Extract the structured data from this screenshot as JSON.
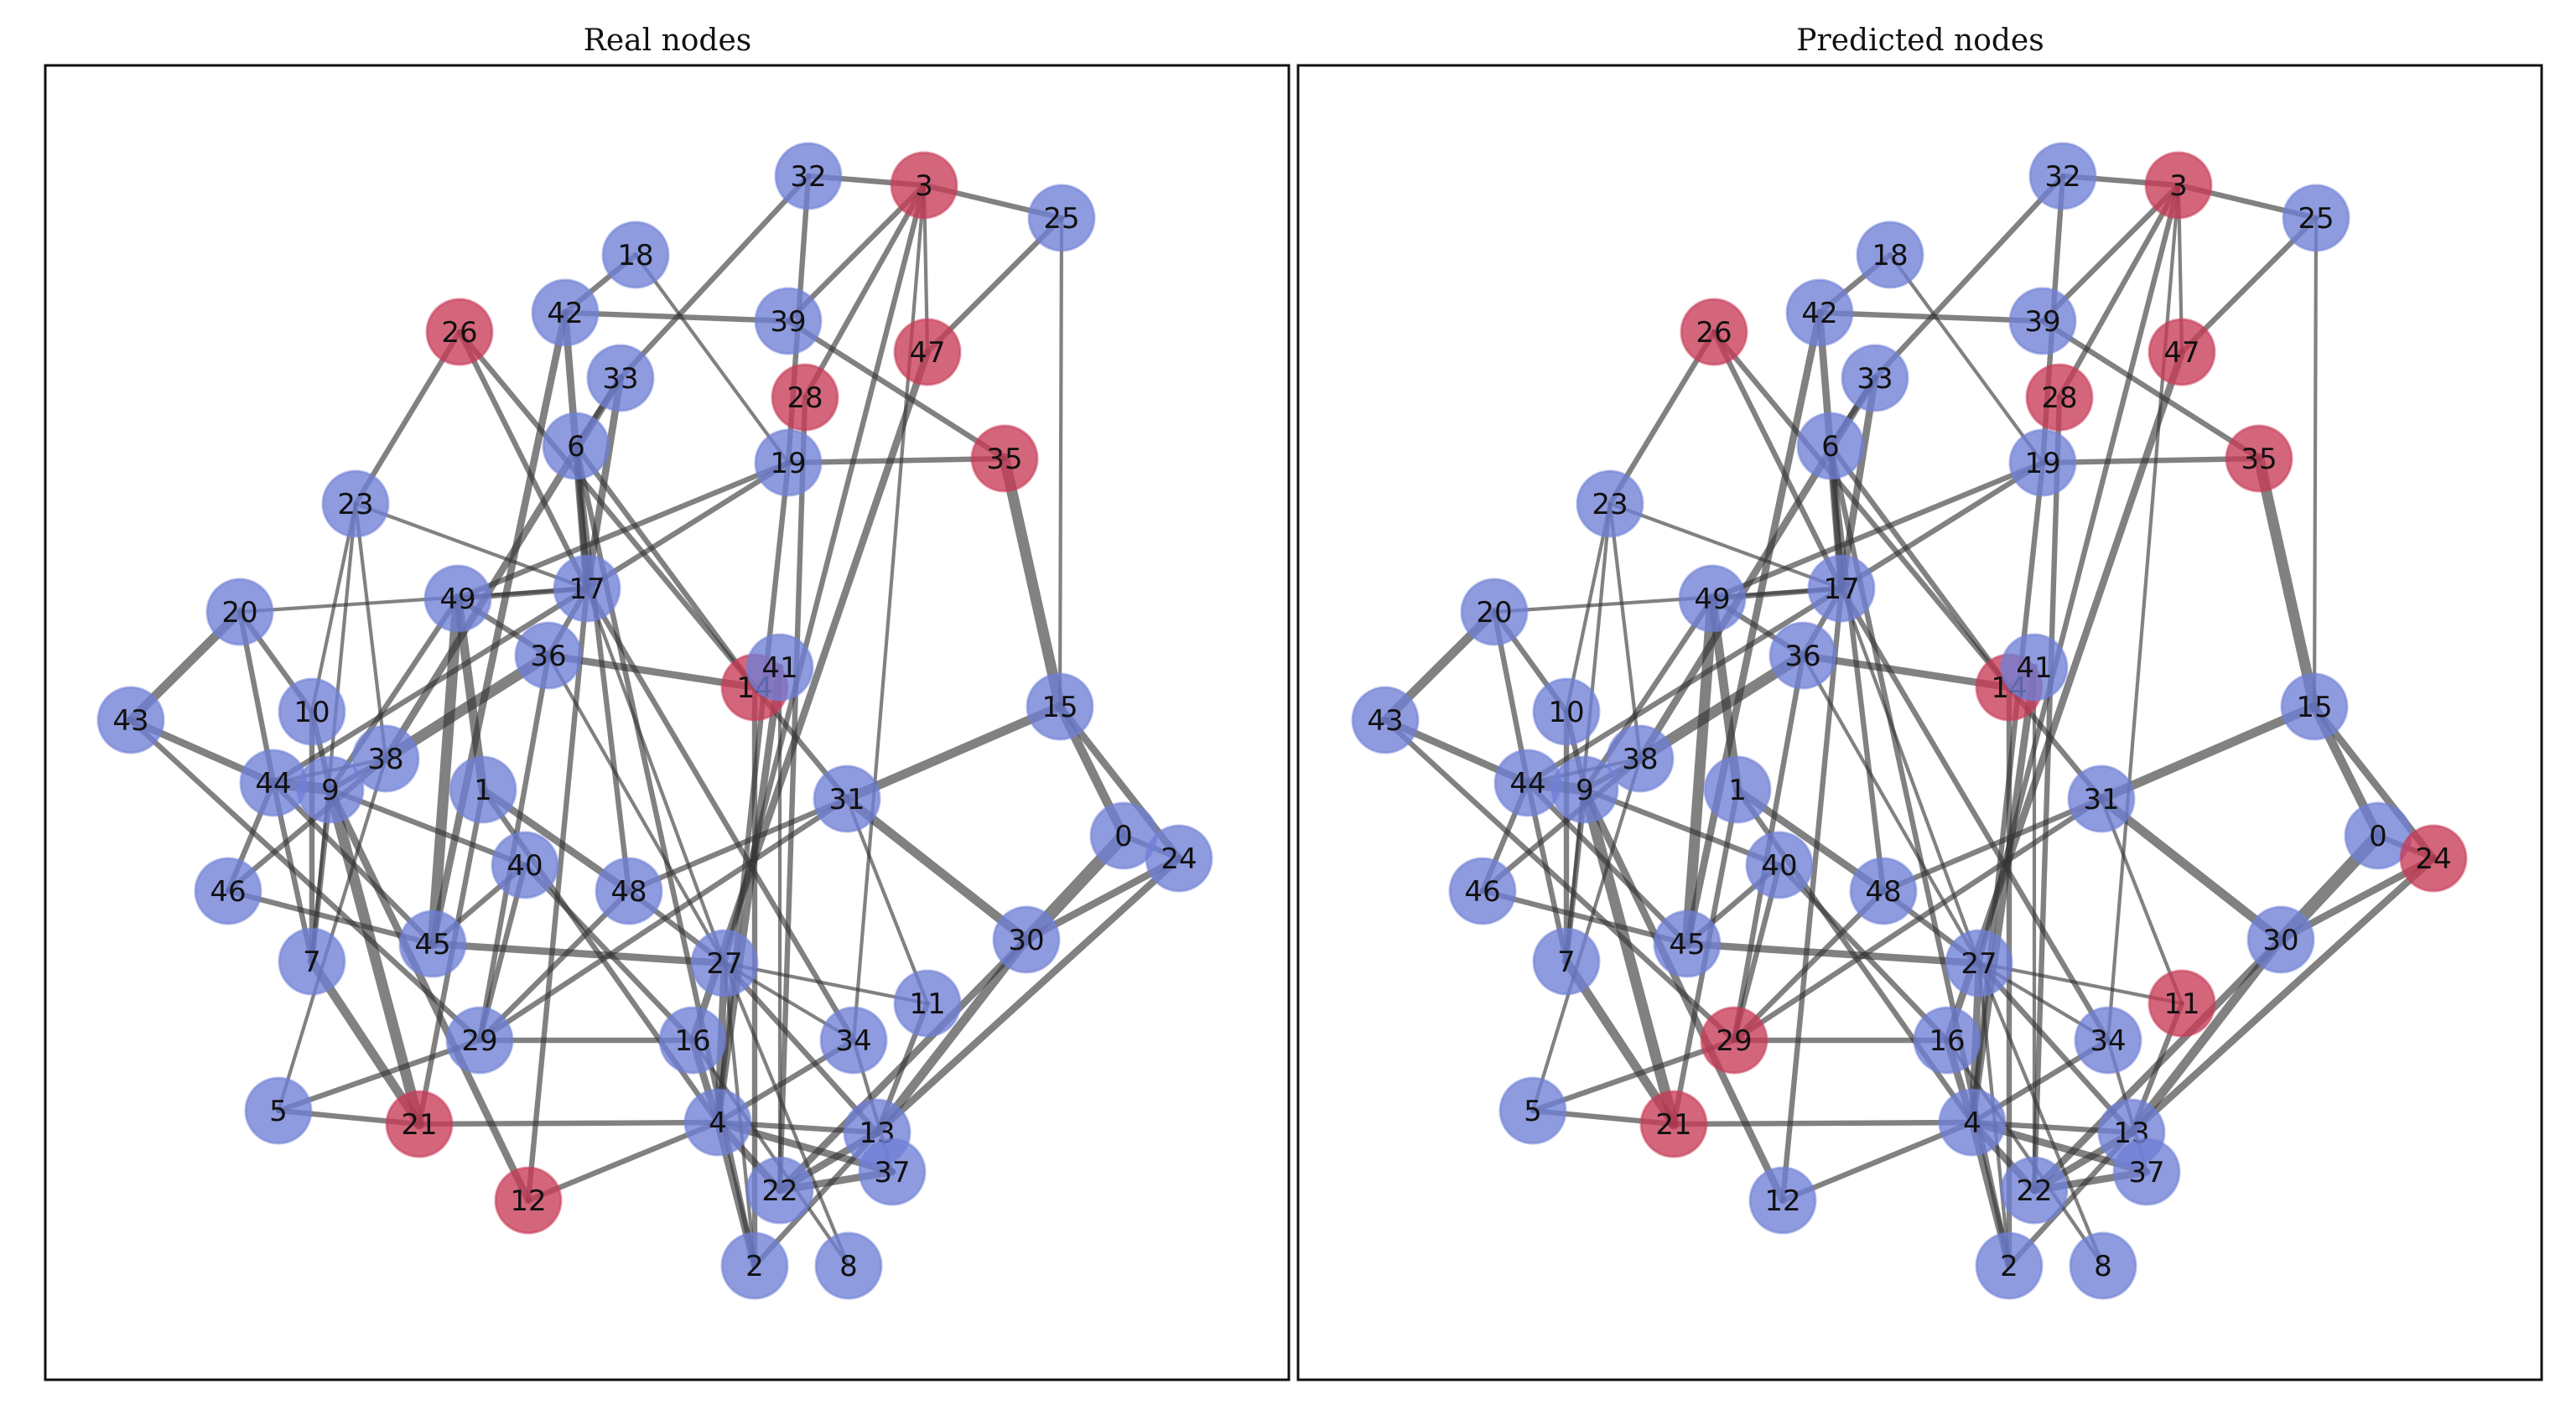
{
  "colors": {
    "normal": "#6f7fd6",
    "anomalous": "#c83b57",
    "edge": "#333333"
  },
  "panels": [
    {
      "title": "Real nodes",
      "red_nodes": [
        3,
        12,
        14,
        21,
        26,
        28,
        35,
        47
      ]
    },
    {
      "title": "Predicted nodes",
      "red_nodes": [
        3,
        11,
        14,
        21,
        24,
        26,
        28,
        29,
        35,
        47
      ]
    }
  ],
  "nodes": [
    0,
    1,
    2,
    3,
    4,
    5,
    6,
    7,
    8,
    9,
    10,
    11,
    12,
    13,
    14,
    15,
    16,
    17,
    18,
    19,
    20,
    21,
    22,
    23,
    24,
    25,
    26,
    27,
    28,
    29,
    30,
    31,
    32,
    33,
    34,
    35,
    36,
    37,
    38,
    39,
    40,
    41,
    42,
    43,
    44,
    45,
    46,
    47,
    48,
    49
  ],
  "edges": [
    [
      32,
      3,
      2
    ],
    [
      32,
      33,
      2
    ],
    [
      32,
      19,
      2
    ],
    [
      3,
      25,
      2
    ],
    [
      3,
      47,
      1
    ],
    [
      3,
      39,
      2
    ],
    [
      3,
      28,
      2
    ],
    [
      3,
      27,
      2
    ],
    [
      3,
      34,
      1
    ],
    [
      25,
      47,
      2
    ],
    [
      25,
      15,
      1
    ],
    [
      39,
      35,
      2
    ],
    [
      18,
      42,
      2
    ],
    [
      18,
      19,
      1
    ],
    [
      42,
      39,
      2
    ],
    [
      42,
      17,
      3
    ],
    [
      42,
      45,
      3
    ],
    [
      26,
      23,
      2
    ],
    [
      26,
      14,
      2
    ],
    [
      26,
      17,
      2
    ],
    [
      33,
      6,
      2
    ],
    [
      33,
      17,
      3
    ],
    [
      33,
      38,
      3
    ],
    [
      28,
      22,
      2
    ],
    [
      19,
      35,
      2
    ],
    [
      6,
      17,
      2
    ],
    [
      6,
      14,
      2
    ],
    [
      6,
      2,
      2
    ],
    [
      6,
      48,
      2
    ],
    [
      23,
      10,
      1
    ],
    [
      23,
      7,
      1
    ],
    [
      23,
      17,
      1
    ],
    [
      23,
      38,
      1
    ],
    [
      19,
      49,
      2
    ],
    [
      19,
      17,
      2
    ],
    [
      19,
      4,
      2
    ],
    [
      47,
      16,
      3
    ],
    [
      35,
      15,
      5
    ],
    [
      49,
      17,
      2
    ],
    [
      49,
      1,
      4
    ],
    [
      49,
      45,
      5
    ],
    [
      49,
      36,
      2
    ],
    [
      49,
      9,
      2
    ],
    [
      20,
      10,
      2
    ],
    [
      20,
      17,
      1
    ],
    [
      20,
      43,
      4
    ],
    [
      20,
      44,
      2
    ],
    [
      17,
      36,
      2
    ],
    [
      17,
      34,
      2
    ],
    [
      17,
      44,
      2
    ],
    [
      17,
      27,
      1
    ],
    [
      17,
      12,
      2
    ],
    [
      36,
      14,
      3
    ],
    [
      36,
      38,
      5
    ],
    [
      36,
      27,
      1
    ],
    [
      36,
      29,
      2
    ],
    [
      14,
      41,
      1
    ],
    [
      14,
      31,
      2
    ],
    [
      14,
      2,
      2
    ],
    [
      41,
      4,
      3
    ],
    [
      41,
      22,
      1
    ],
    [
      10,
      9,
      2
    ],
    [
      10,
      7,
      2
    ],
    [
      43,
      44,
      3
    ],
    [
      43,
      29,
      2
    ],
    [
      44,
      9,
      5
    ],
    [
      44,
      7,
      2
    ],
    [
      44,
      38,
      1
    ],
    [
      44,
      45,
      2
    ],
    [
      44,
      46,
      2
    ],
    [
      9,
      21,
      5
    ],
    [
      9,
      38,
      2
    ],
    [
      9,
      7,
      2
    ],
    [
      9,
      40,
      2
    ],
    [
      9,
      12,
      3
    ],
    [
      38,
      46,
      2
    ],
    [
      38,
      5,
      1
    ],
    [
      1,
      48,
      3
    ],
    [
      1,
      4,
      2
    ],
    [
      1,
      21,
      2
    ],
    [
      31,
      15,
      4
    ],
    [
      31,
      48,
      2
    ],
    [
      31,
      30,
      4
    ],
    [
      31,
      11,
      1
    ],
    [
      31,
      29,
      2
    ],
    [
      15,
      0,
      4
    ],
    [
      15,
      24,
      3
    ],
    [
      0,
      24,
      2
    ],
    [
      0,
      30,
      6
    ],
    [
      24,
      30,
      3
    ],
    [
      24,
      13,
      3
    ],
    [
      46,
      45,
      2
    ],
    [
      7,
      21,
      4
    ],
    [
      40,
      29,
      2
    ],
    [
      40,
      16,
      2
    ],
    [
      40,
      45,
      2
    ],
    [
      48,
      29,
      2
    ],
    [
      48,
      27,
      2
    ],
    [
      45,
      27,
      3
    ],
    [
      27,
      34,
      1
    ],
    [
      27,
      8,
      1
    ],
    [
      27,
      2,
      1
    ],
    [
      27,
      4,
      3
    ],
    [
      27,
      13,
      2
    ],
    [
      27,
      11,
      1
    ],
    [
      30,
      13,
      4
    ],
    [
      30,
      22,
      3
    ],
    [
      11,
      13,
      2
    ],
    [
      29,
      16,
      2
    ],
    [
      29,
      5,
      2
    ],
    [
      16,
      4,
      3
    ],
    [
      16,
      8,
      1
    ],
    [
      34,
      4,
      2
    ],
    [
      34,
      37,
      1
    ],
    [
      5,
      21,
      2
    ],
    [
      21,
      4,
      2
    ],
    [
      12,
      4,
      2
    ],
    [
      4,
      13,
      2
    ],
    [
      4,
      37,
      3
    ],
    [
      4,
      22,
      3
    ],
    [
      4,
      2,
      3
    ],
    [
      13,
      22,
      3
    ],
    [
      13,
      2,
      2
    ],
    [
      22,
      37,
      3
    ]
  ]
}
